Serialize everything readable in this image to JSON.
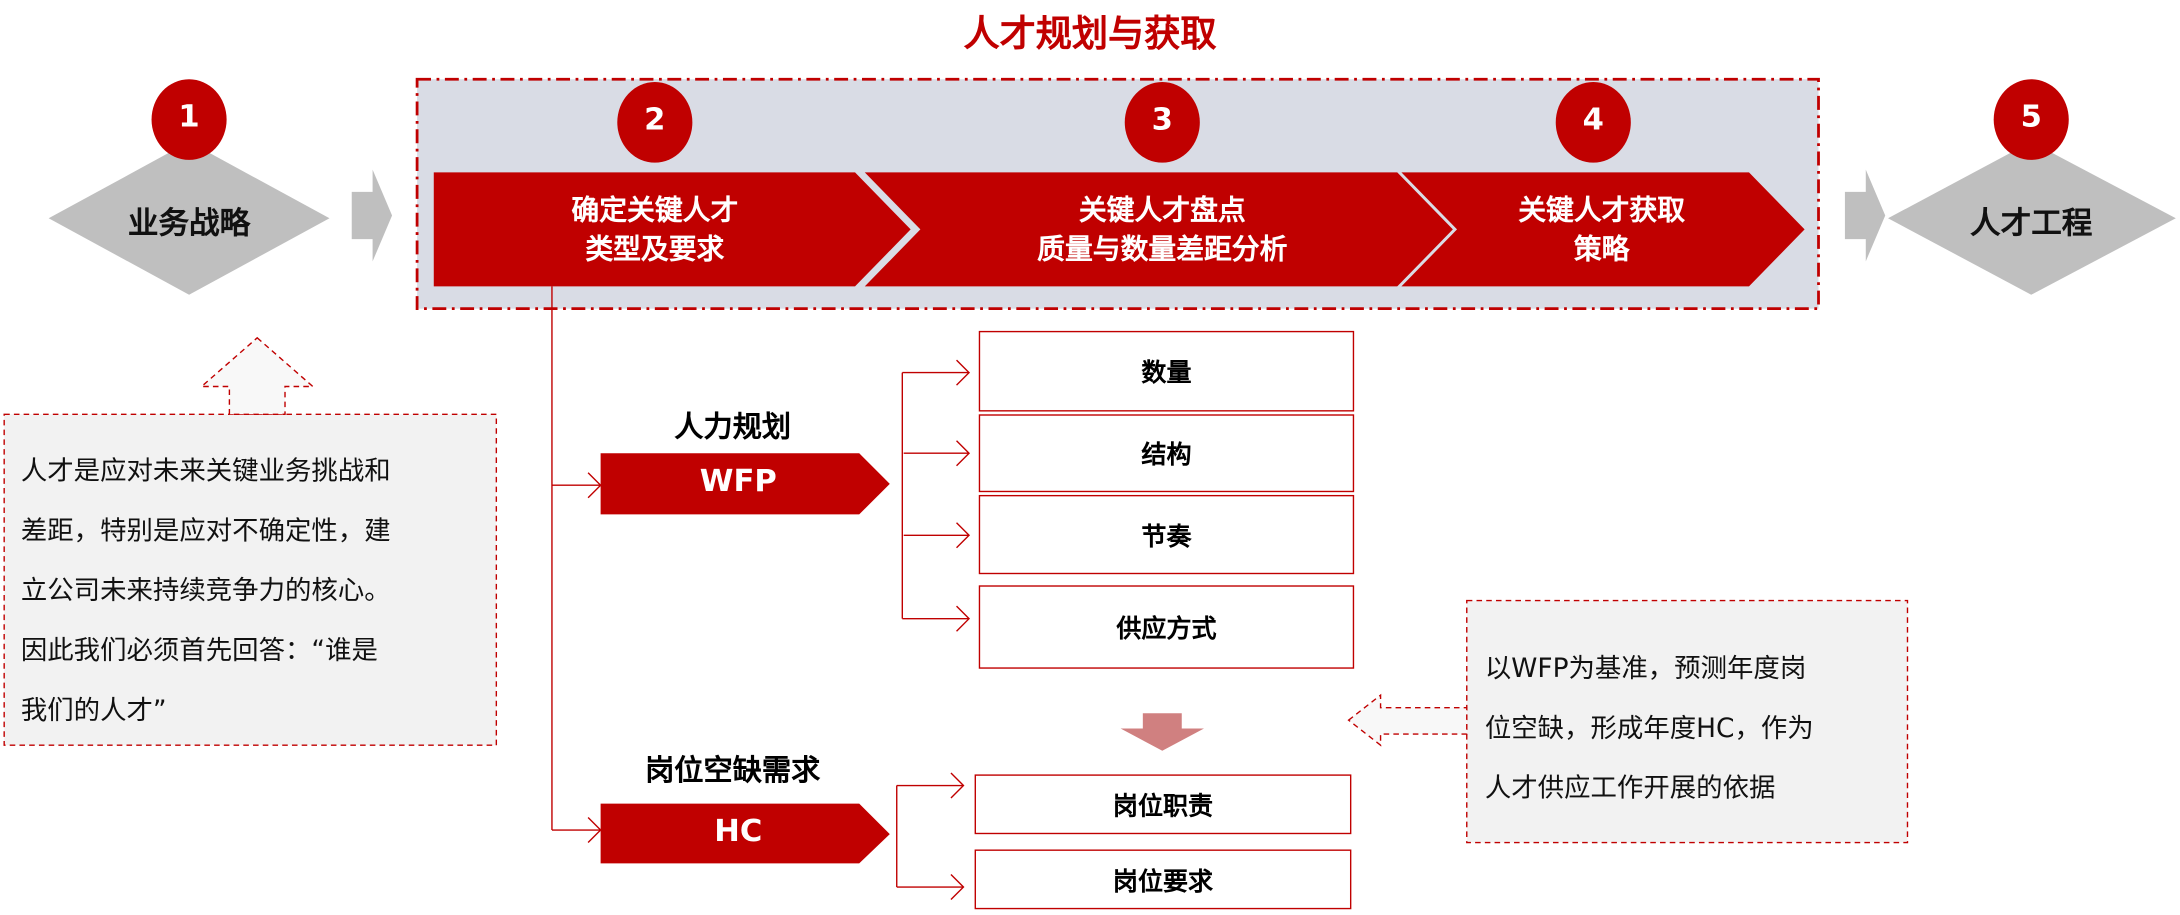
{
  "title": "人才规划与获取",
  "steps": [
    {
      "number": "1",
      "label": "业务战略"
    },
    {
      "number": "2",
      "lines": [
        "确定关键人才",
        "类型及要求"
      ]
    },
    {
      "number": "3",
      "lines": [
        "关键人才盘点",
        "质量与数量差距分析"
      ]
    },
    {
      "number": "4",
      "lines": [
        "关键人才获取",
        "策略"
      ]
    },
    {
      "number": "5",
      "label": "人才工程"
    }
  ],
  "wfp": {
    "heading": "人力规划",
    "banner": "WFP",
    "items": [
      "数量",
      "结构",
      "节奏",
      "供应方式"
    ]
  },
  "hc": {
    "heading": "岗位空缺需求",
    "banner": "HC",
    "items": [
      "岗位职责",
      "岗位要求"
    ]
  },
  "left_note": {
    "lines": [
      "人才是应对未来关键业务挑战和",
      "差距，特别是应对不确定性，建",
      "立公司未来持续竞争力的核心。",
      "因此我们必须首先回答：“谁是",
      "我们的人才”"
    ]
  },
  "right_note": {
    "lines": [
      "以WFP为基准，预测年度岗",
      "位空缺，形成年度HC，作为",
      "人才供应工作开展的依据"
    ]
  },
  "colors": {
    "accent": "#c00000",
    "panel": "#d9dce5",
    "gray": "#bfbfbf",
    "note_bg": "#f2f2f2"
  }
}
